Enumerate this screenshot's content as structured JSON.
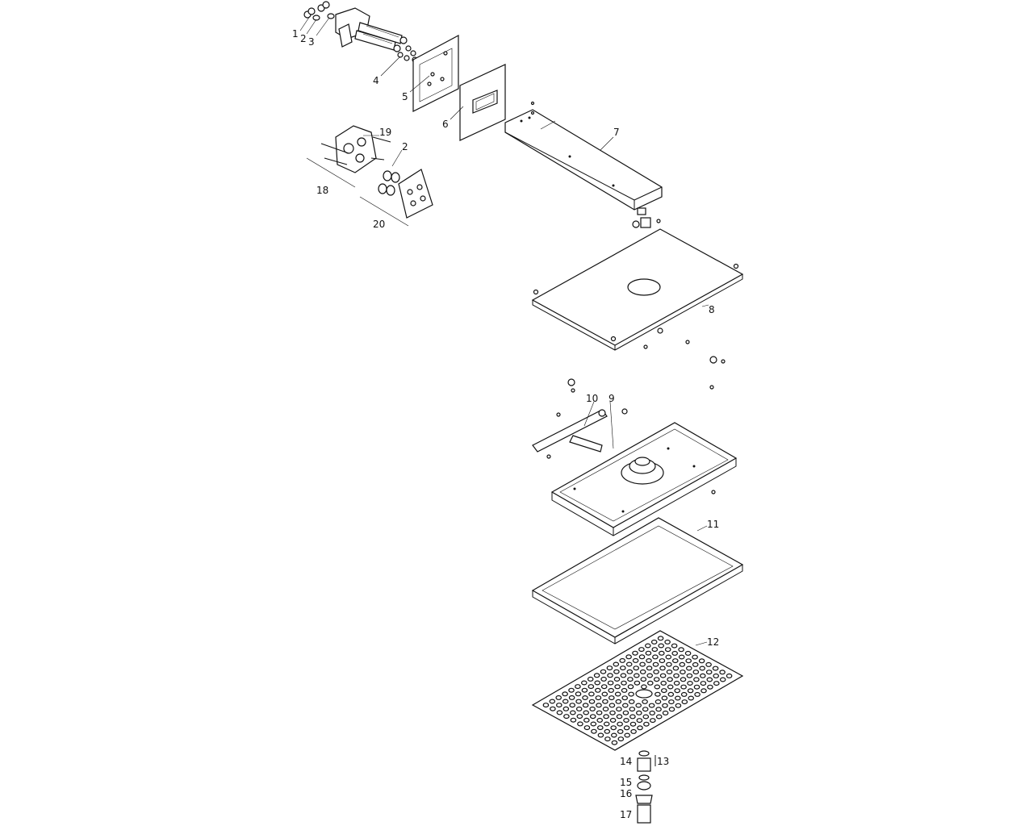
{
  "diagram": {
    "labels": {
      "p1": "1",
      "p2": "2",
      "p3": "3",
      "p4": "4",
      "p5": "5",
      "p6": "6",
      "p7": "7",
      "p8": "8",
      "p9": "9",
      "p10": "10",
      "p11": "11",
      "p12": "12",
      "p13": "13",
      "p14": "14",
      "p15": "15",
      "p16": "16",
      "p17": "17",
      "p18": "18",
      "p19": "19",
      "p20": "20",
      "p2b": "2"
    },
    "colors": {
      "line": "#111111",
      "fill": "#ffffff"
    }
  }
}
